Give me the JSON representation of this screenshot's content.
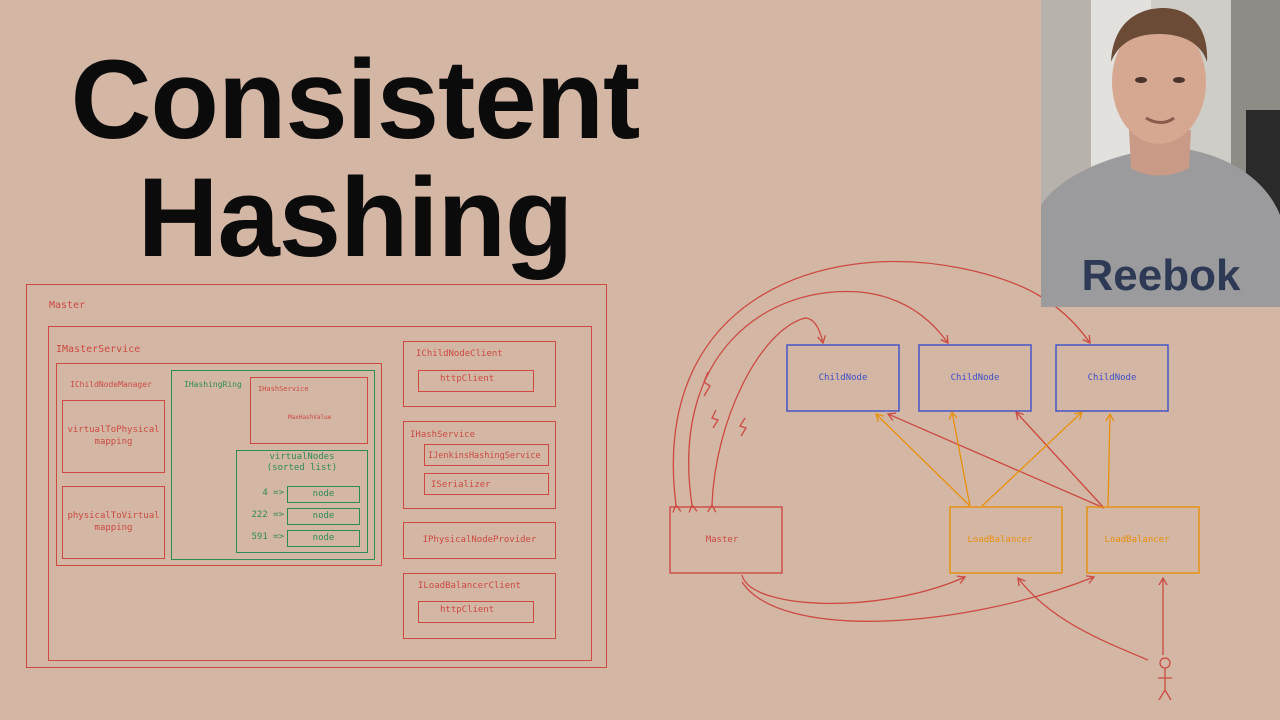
{
  "title": {
    "line1": "Consistent",
    "line2": "Hashing"
  },
  "colors": {
    "background": "#d4b6a4",
    "red": "#cc4a42",
    "green": "#2e8b57",
    "blue": "#3d50c8",
    "orange": "#e8900c"
  },
  "left_diagram": {
    "master": "Master",
    "master_service": "IMasterService",
    "child_node_manager": "IChildNodeManager",
    "virtual_to_physical": "virtualToPhysical\nmapping",
    "physical_to_virtual": "physicalToVirtual\nmapping",
    "hashing_ring": "IHashingRing",
    "ring_hash_service": "IHashService",
    "max_hash_value": "MaxHashValue",
    "virtual_nodes": "virtualNodes\n(sorted list)",
    "ring_entries": [
      {
        "key": "4 =>",
        "value": "node"
      },
      {
        "key": "222 =>",
        "value": "node"
      },
      {
        "key": "591 =>",
        "value": "node"
      }
    ],
    "child_node_client": "IChildNodeClient",
    "http_client_1": "httpClient",
    "hash_service": "IHashService",
    "jenkins_hashing_service": "IJenkinsHashingService",
    "serializer": "ISerializer",
    "physical_node_provider": "IPhysicalNodeProvider",
    "load_balancer_client": "ILoadBalancerClient",
    "http_client_2": "httpClient"
  },
  "right_diagram": {
    "child_nodes": [
      "ChildNode",
      "ChildNode",
      "ChildNode"
    ],
    "master": "Master",
    "load_balancers": [
      "LoadBalancer",
      "LoadBalancer"
    ]
  },
  "webcam": {
    "shirt_text": "Reebok"
  }
}
